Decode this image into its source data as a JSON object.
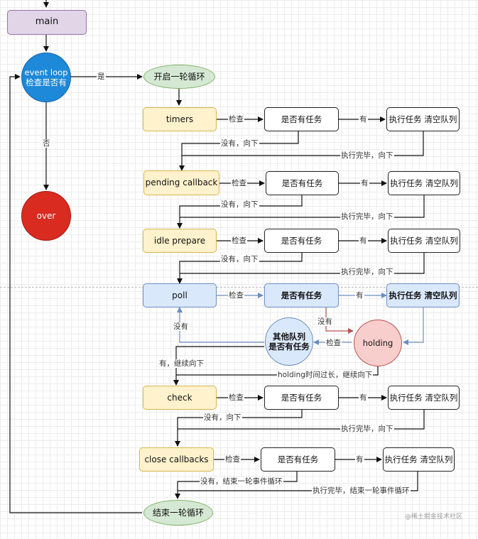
{
  "nodes": {
    "main": "main",
    "event_loop": "event loop\n检查是否有",
    "over": "over",
    "start_round": "开启一轮循环",
    "end_round": "结束一轮循环",
    "phases": [
      "timers",
      "pending callback",
      "idle prepare",
      "poll",
      "check",
      "close callbacks"
    ],
    "has_task": "是否有任务",
    "run_task": "执行任务 清空队列",
    "other_queue": "其他队列\n是否有任务",
    "holding": "holding"
  },
  "labels": {
    "yes": "是",
    "no": "否",
    "check": "检查",
    "has": "有",
    "none_down": "没有，向下",
    "done_down": "执行完毕，向下",
    "none": "没有",
    "has_continue": "有，继续向下",
    "holding_timeout": "holding时间过长，继续向下",
    "none_end": "没有，结束一轮事件循环",
    "done_end": "执行完毕，结束一轮事件循环"
  },
  "watermark": "@稀土掘金技术社区",
  "colors": {
    "event_loop": "#1e88d9",
    "over": "#d92b20",
    "phase_fill": "#fff2cc",
    "poll_fill": "#dae8fc",
    "green_fill": "#d5e8d4",
    "purple_fill": "#e1d5e7",
    "holding_fill": "#f8cecc",
    "arrow_red": "#b85450",
    "arrow_blue": "#6c8ebf"
  }
}
